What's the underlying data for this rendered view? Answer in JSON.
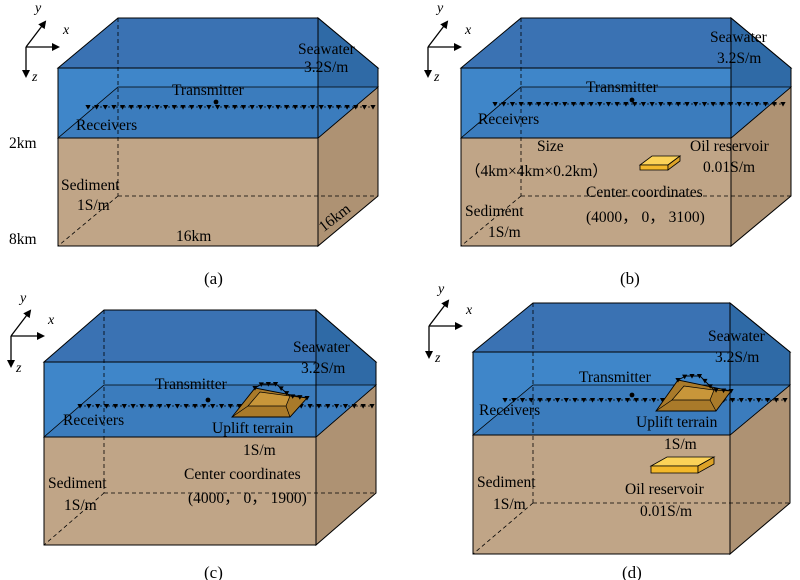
{
  "panels": [
    {
      "caption": "(a)",
      "seawater_label": "Seawater",
      "seawater_conductivity": "3.2S/m",
      "transmitter_label": "Transmitter",
      "receivers_label": "Receivers",
      "depth_top": "2km",
      "depth_bottom": "8km",
      "sediment_label": "Sediment",
      "sediment_conductivity": "1S/m",
      "width_label": "16km",
      "depth_label": "16km"
    },
    {
      "caption": "(b)",
      "seawater_label": "Seawater",
      "seawater_conductivity": "3.2S/m",
      "transmitter_label": "Transmitter",
      "receivers_label": "Receivers",
      "size_label": "Size",
      "size_value": "（4km×4km×0.2km）",
      "reservoir_label": "Oil reservoir",
      "reservoir_conductivity": "0.01S/m",
      "center_label": "Center coordinates",
      "center_value": "(4000，  0，  3100)",
      "sediment_label": "Sediment",
      "sediment_conductivity": "1S/m"
    },
    {
      "caption": "(c)",
      "seawater_label": "Seawater",
      "seawater_conductivity": "3.2S/m",
      "transmitter_label": "Transmitter",
      "receivers_label": "Receivers",
      "uplift_label": "Uplift terrain",
      "uplift_conductivity": "1S/m",
      "center_label": "Center coordinates",
      "center_value": "(4000，  0，  1900)",
      "sediment_label": "Sediment",
      "sediment_conductivity": "1S/m"
    },
    {
      "caption": "(d)",
      "seawater_label": "Seawater",
      "seawater_conductivity": "3.2S/m",
      "transmitter_label": "Transmitter",
      "receivers_label": "Receivers",
      "uplift_label": "Uplift terrain",
      "uplift_conductivity": "1S/m",
      "reservoir_label": "Oil reservoir",
      "reservoir_conductivity": "0.01S/m",
      "sediment_label": "Sediment",
      "sediment_conductivity": "1S/m"
    }
  ],
  "axes": {
    "x": "x",
    "y": "y",
    "z": "z"
  },
  "colors": {
    "seawater_front": "#3f86c9",
    "seawater_top": "#3a72b3",
    "seawater_side": "#2f6aa6",
    "sediment_front": "#c0a587",
    "sediment_side": "#ae9273",
    "reservoir": "#f7c23a",
    "uplift": "#a97a2a",
    "edge": "#000000"
  }
}
